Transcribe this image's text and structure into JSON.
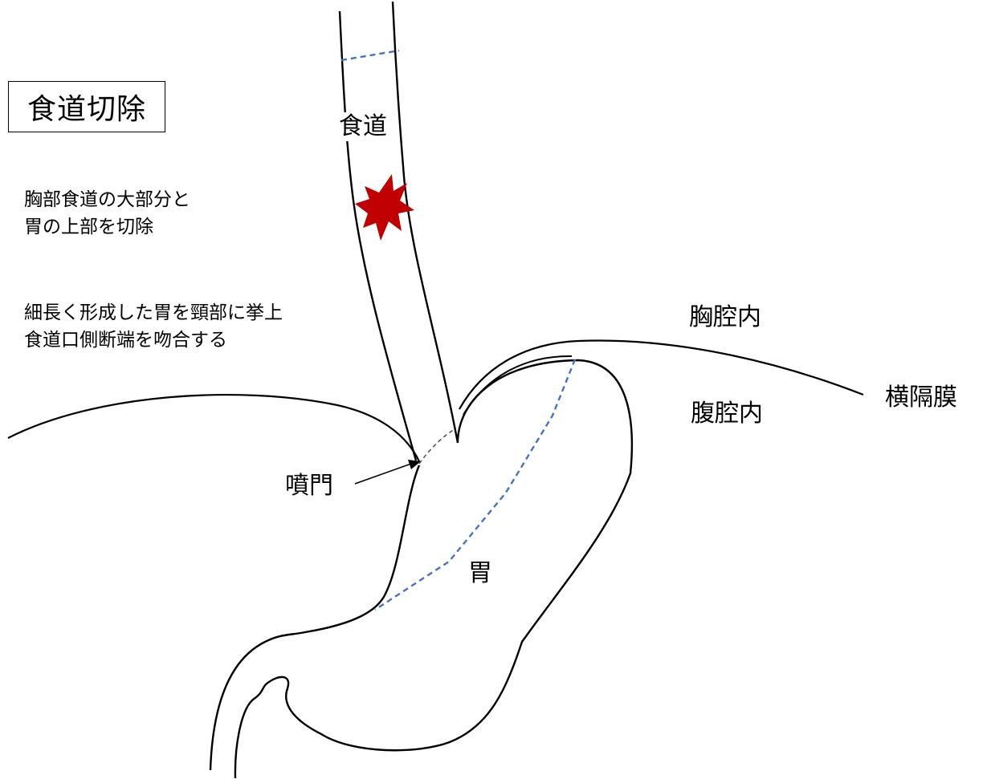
{
  "title": "食道切除",
  "notes": [
    {
      "lines": [
        "胸部食道の大部分と",
        "胃の上部を切除"
      ]
    },
    {
      "lines": [
        "細長く形成した胃を頸部に挙上",
        "食道口側断端を吻合する"
      ]
    }
  ],
  "labels": {
    "esophagus": "食道",
    "thoracic_cavity": "胸腔内",
    "abdominal_cavity": "腹腔内",
    "diaphragm": "横隔膜",
    "cardia": "噴門",
    "stomach": "胃"
  },
  "colors": {
    "outline": "#000000",
    "resection_line": "#4472C4",
    "tumor": "#C00000",
    "cardia_dash": "#555555"
  }
}
